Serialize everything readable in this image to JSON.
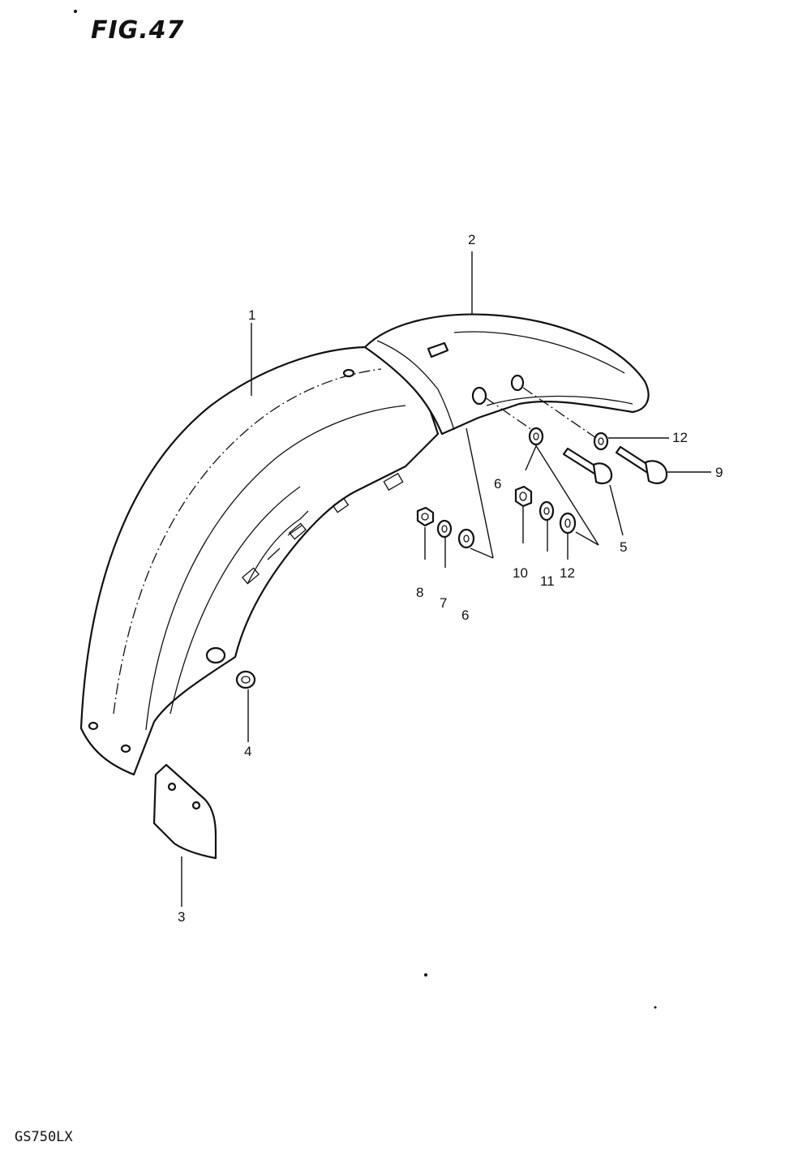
{
  "figure": {
    "title": "FIG.47",
    "model": "GS750LX"
  },
  "callouts": {
    "c1": "1",
    "c2": "2",
    "c3": "3",
    "c4": "4",
    "c5": "5",
    "c6a": "6",
    "c6b": "6",
    "c7": "7",
    "c8": "8",
    "c9": "9",
    "c10": "10",
    "c11": "11",
    "c12a": "12",
    "c12b": "12"
  }
}
